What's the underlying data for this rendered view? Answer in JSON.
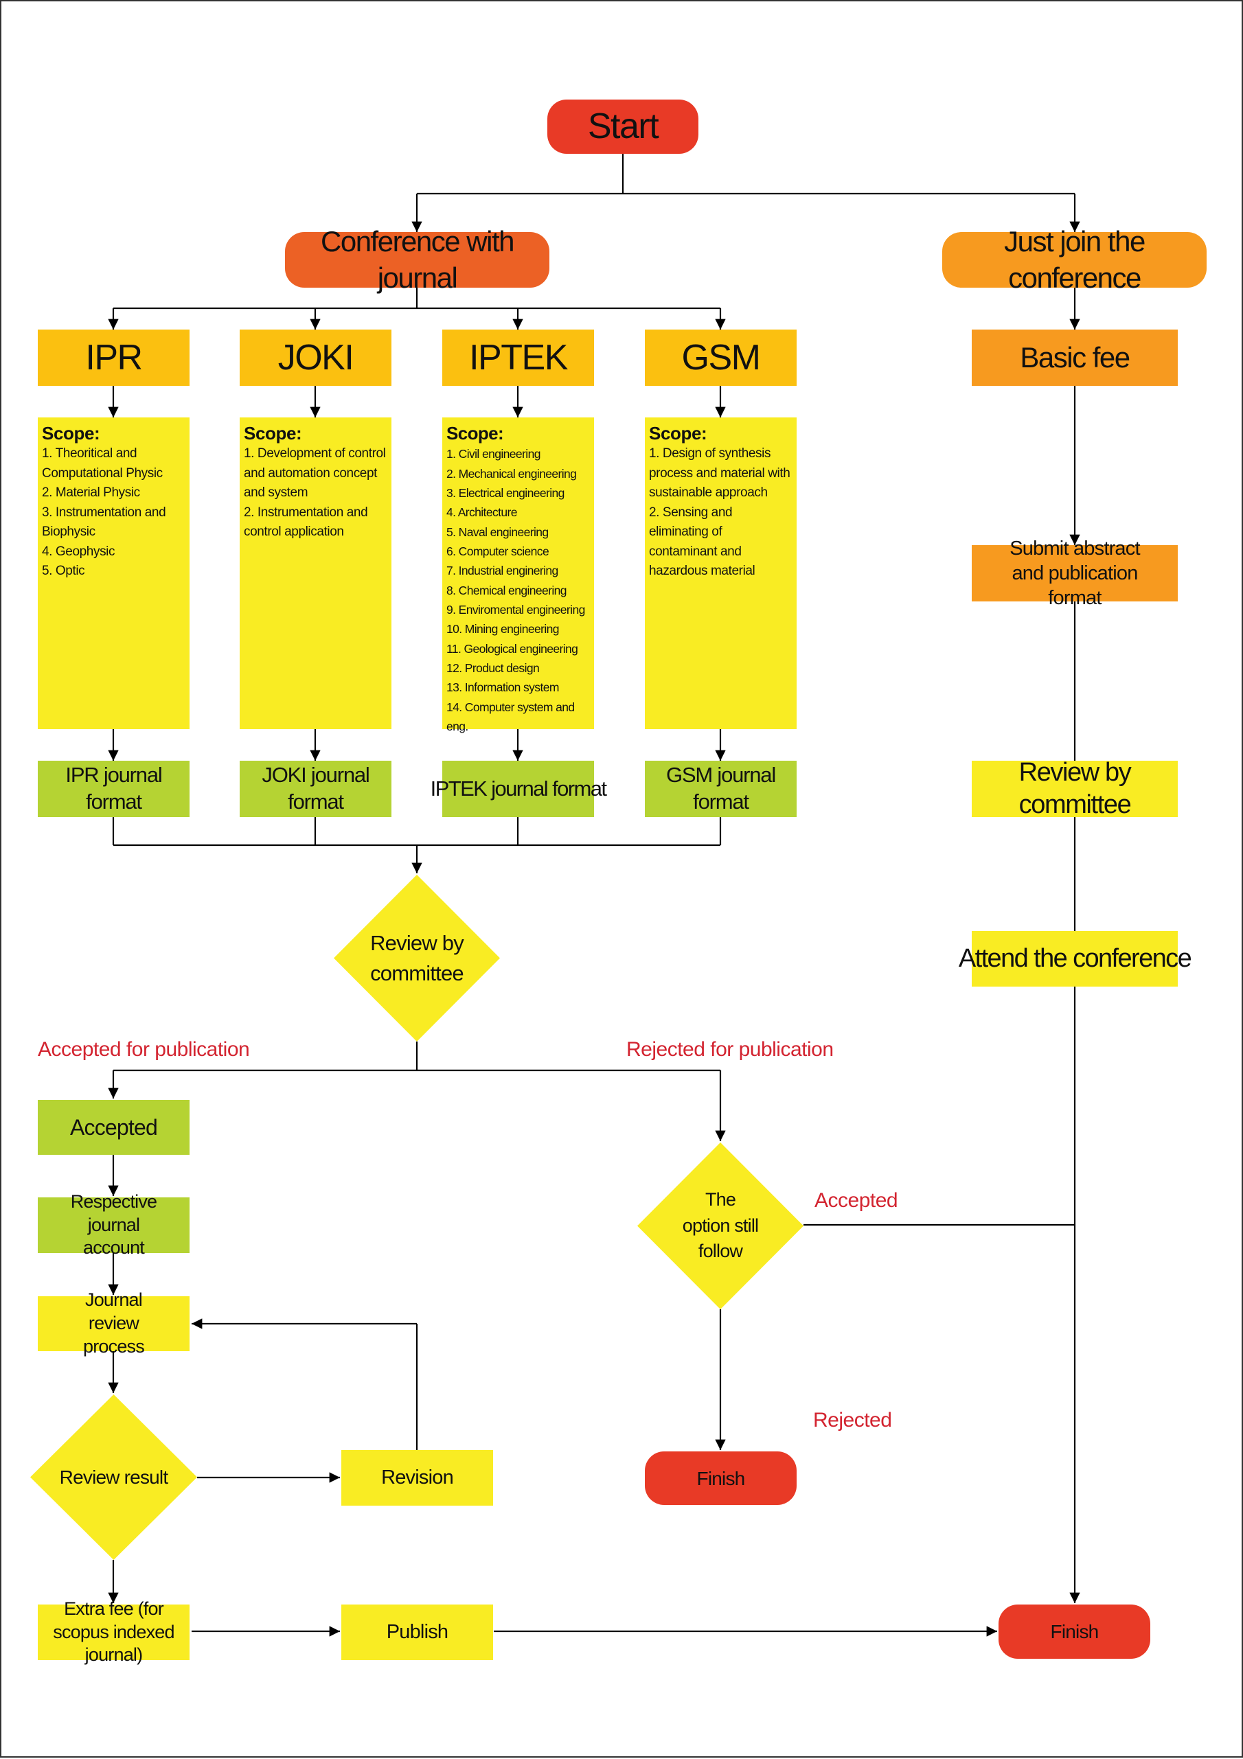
{
  "start": "Start",
  "conference_with_journal": "Conference with journal",
  "just_join": "Just join the conference",
  "journals": [
    {
      "name": "IPR",
      "scope_heading": "Scope:",
      "scope": [
        "1. Theoritical and Computational Physic",
        "2. Material Physic",
        "3. Instrumentation and Biophysic",
        "4. Geophysic",
        "5. Optic"
      ],
      "format": "IPR journal format"
    },
    {
      "name": "JOKI",
      "scope_heading": "Scope:",
      "scope": [
        "1. Development of control and automation concept and system",
        "2. Instrumentation and control application"
      ],
      "format": "JOKI journal format"
    },
    {
      "name": "IPTEK",
      "scope_heading": "Scope:",
      "scope": [
        "1. Civil engineering",
        "2. Mechanical engineering",
        "3. Electrical engineering",
        "4. Architecture",
        "5. Naval engineering",
        "6. Computer science",
        "7. Industrial enginering",
        "8. Chemical engineering",
        "9. Enviromental engineering",
        "10. Mining engineering",
        "11. Geological engineering",
        "12. Product design",
        "13. Information system",
        "14. Computer system and eng."
      ],
      "format": "IPTEK journal format"
    },
    {
      "name": "GSM",
      "scope_heading": "Scope:",
      "scope": [
        "1. Design of synthesis process and material with sustainable approach",
        "2. Sensing and eliminating of contaminant and hazardous material"
      ],
      "format": "GSM journal format"
    }
  ],
  "review_committee_diamond": "Review by committee",
  "accepted_for_publication": "Accepted for publication",
  "rejected_for_publication": "Rejected for publication",
  "accepted": "Accepted",
  "respective_account": "Respective journal account",
  "journal_review_process": "Journal review process",
  "review_result": "Review result",
  "revision": "Revision",
  "extra_fee": "Extra fee (for scopus indexed journal)",
  "publish": "Publish",
  "option_still_follow": "The option still follow",
  "edge_accepted": "Accepted",
  "edge_rejected": "Rejected",
  "finish_mid": "Finish",
  "finish_right": "Finish",
  "basic_fee": "Basic fee",
  "submit_abstract": "Submit abstract and publication format",
  "review_by_committee_right": "Review by committee",
  "attend_conference": "Attend the conference",
  "colors": {
    "red": "#e83a26",
    "orange_dark": "#ec6125",
    "orange": "#f79a1f",
    "amber": "#fbc010",
    "yellow": "#f9ec23",
    "green": "#b5d333",
    "label_red": "#d32430"
  }
}
